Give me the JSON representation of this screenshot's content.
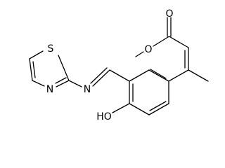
{
  "structure": {
    "atoms": {
      "carbonyl_oxygen": "O",
      "ring_oxygen": "O",
      "hydroxyl": "HO",
      "imine_nitrogen": "N",
      "thiazole_nitrogen": "N",
      "thiazole_sulfur": "S"
    }
  },
  "colors": {
    "ink": "#000000",
    "background": "#ffffff"
  }
}
